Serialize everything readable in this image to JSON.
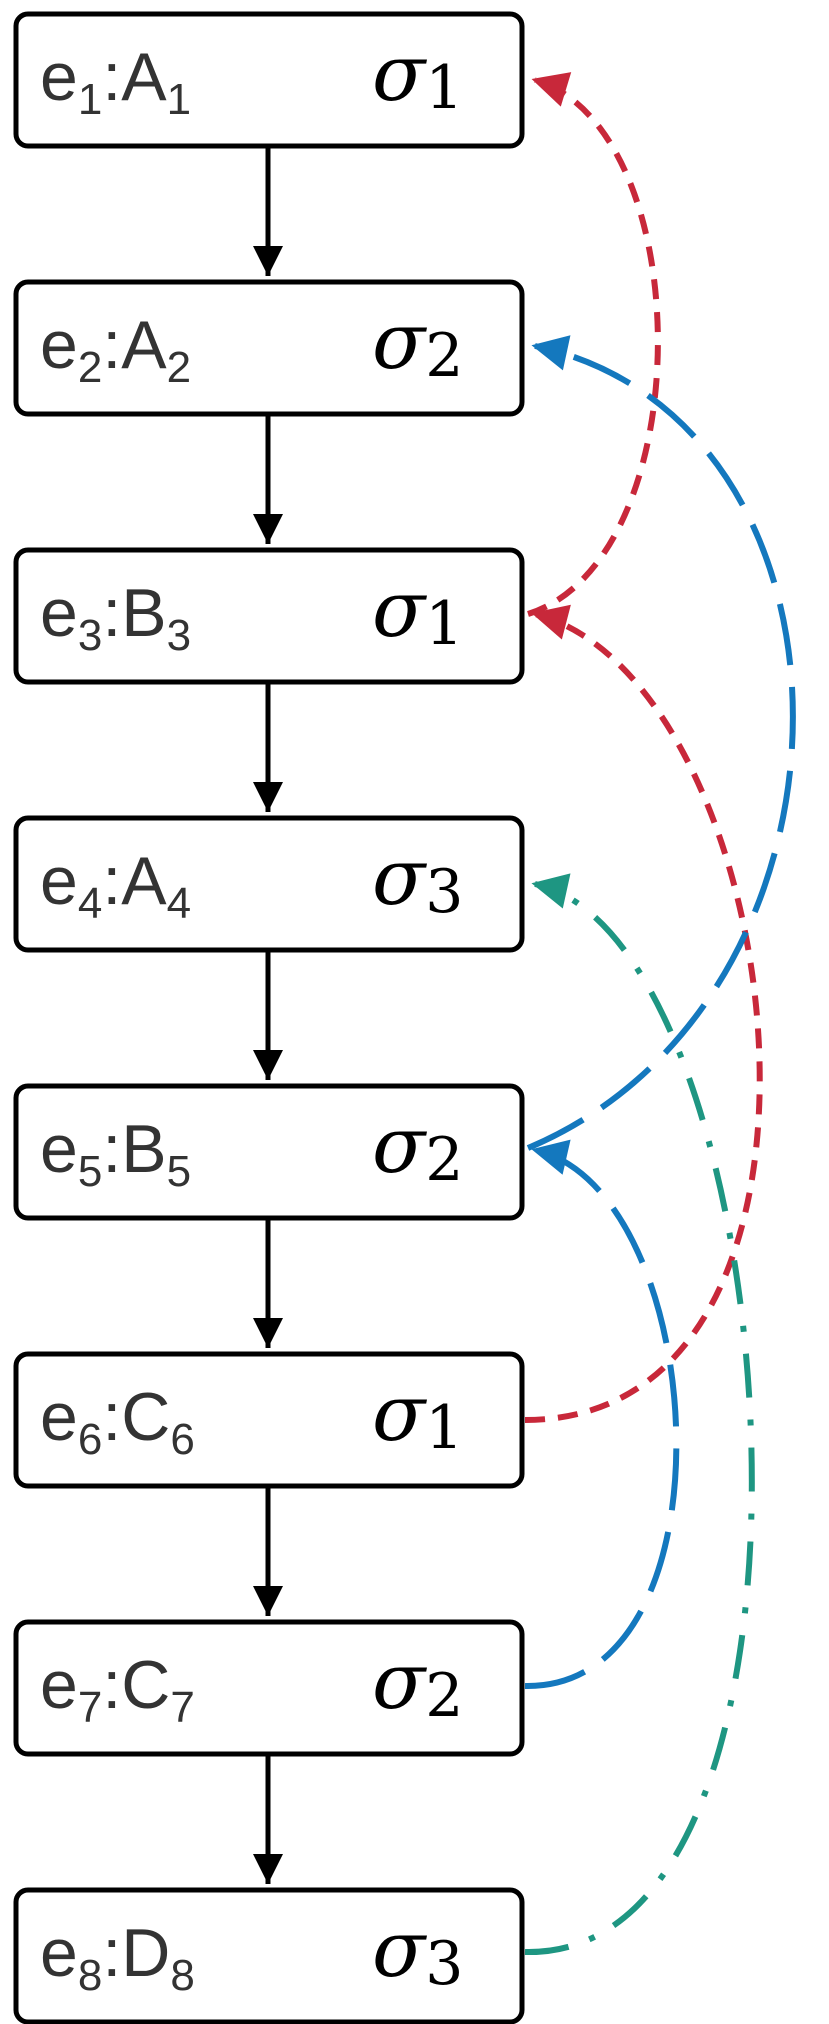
{
  "nodes": [
    {
      "id": "e1",
      "event": "e",
      "event_sub": "1",
      "activity": "A",
      "activity_sub": "1",
      "resource": "σ",
      "resource_sub": "1"
    },
    {
      "id": "e2",
      "event": "e",
      "event_sub": "2",
      "activity": "A",
      "activity_sub": "2",
      "resource": "σ",
      "resource_sub": "2"
    },
    {
      "id": "e3",
      "event": "e",
      "event_sub": "3",
      "activity": "B",
      "activity_sub": "3",
      "resource": "σ",
      "resource_sub": "1"
    },
    {
      "id": "e4",
      "event": "e",
      "event_sub": "4",
      "activity": "A",
      "activity_sub": "4",
      "resource": "σ",
      "resource_sub": "3"
    },
    {
      "id": "e5",
      "event": "e",
      "event_sub": "5",
      "activity": "B",
      "activity_sub": "5",
      "resource": "σ",
      "resource_sub": "2"
    },
    {
      "id": "e6",
      "event": "e",
      "event_sub": "6",
      "activity": "C",
      "activity_sub": "6",
      "resource": "σ",
      "resource_sub": "1"
    },
    {
      "id": "e7",
      "event": "e",
      "event_sub": "7",
      "activity": "C",
      "activity_sub": "7",
      "resource": "σ",
      "resource_sub": "2"
    },
    {
      "id": "e8",
      "event": "e",
      "event_sub": "8",
      "activity": "D",
      "activity_sub": "8",
      "resource": "σ",
      "resource_sub": "3"
    }
  ],
  "sequence_edges": [
    {
      "from": "e1",
      "to": "e2"
    },
    {
      "from": "e2",
      "to": "e3"
    },
    {
      "from": "e3",
      "to": "e4"
    },
    {
      "from": "e4",
      "to": "e5"
    },
    {
      "from": "e5",
      "to": "e6"
    },
    {
      "from": "e6",
      "to": "e7"
    },
    {
      "from": "e7",
      "to": "e8"
    }
  ],
  "resource_edges": [
    {
      "resource": "σ1",
      "from": "e3",
      "to": "e1",
      "color": "#c8283a",
      "style": "dashed"
    },
    {
      "resource": "σ1",
      "from": "e6",
      "to": "e3",
      "color": "#c8283a",
      "style": "dashed"
    },
    {
      "resource": "σ2",
      "from": "e5",
      "to": "e2",
      "color": "#1478be",
      "style": "long-dashed"
    },
    {
      "resource": "σ2",
      "from": "e7",
      "to": "e5",
      "color": "#1478be",
      "style": "long-dashed"
    },
    {
      "resource": "σ3",
      "from": "e8",
      "to": "e4",
      "color": "#1e9682",
      "style": "dash-dot"
    }
  ]
}
